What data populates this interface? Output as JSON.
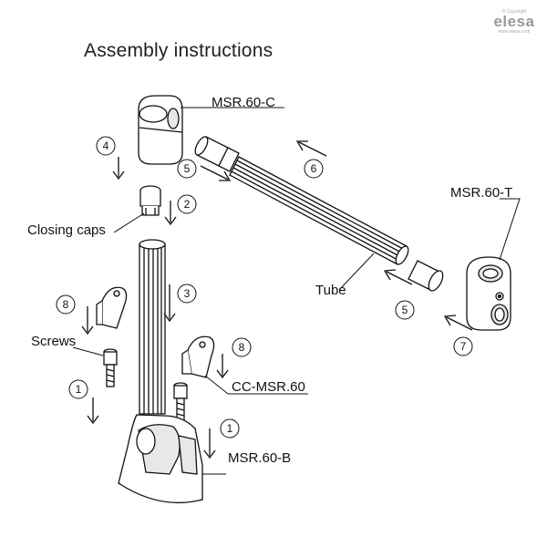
{
  "title": "Assembly instructions",
  "brand": {
    "copyright": "© Copyright",
    "name": "elesa",
    "url": "www.elesa.com"
  },
  "labels": {
    "msr_c": "MSR.60-C",
    "msr_t": "MSR.60-T",
    "msr_b": "MSR.60-B",
    "cc_msr": "CC-MSR.60",
    "closing_caps": "Closing caps",
    "screws": "Screws",
    "tube": "Tube"
  },
  "steps": [
    "1",
    "1",
    "2",
    "3",
    "4",
    "5",
    "5",
    "6",
    "7",
    "8",
    "8"
  ],
  "colors": {
    "line": "#111111",
    "shade": "#e8e8e8",
    "logo": "#9a9a9a"
  }
}
